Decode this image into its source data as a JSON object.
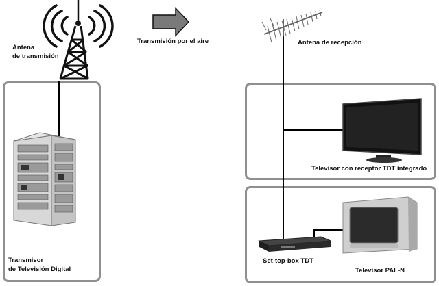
{
  "labels": {
    "tx_antenna_line1": "Antena",
    "tx_antenna_line2": "de transmisión",
    "transmission": "Transmisión por el aire",
    "rx_antenna": "Antena de recepción",
    "transmitter_line1": "Transmisor",
    "transmitter_line2": "de Televisión Digital",
    "tv_integrated": "Televisor con receptor TDT integrado",
    "settop": "Set-top-box TDT",
    "tv_paln": "Televisor PAL-N"
  },
  "icons": {
    "tx_tower": "transmission-tower-icon",
    "arrow": "right-arrow-icon",
    "rx_antenna": "yagi-antenna-icon",
    "transmitter": "equipment-rack-icon",
    "flat_tv": "flat-screen-tv-icon",
    "settop": "set-top-box-icon",
    "crt_tv": "crt-tv-icon"
  },
  "colors": {
    "frame": "#8f8f8f",
    "arrow": "#7a7a7a",
    "text": "#111111"
  }
}
